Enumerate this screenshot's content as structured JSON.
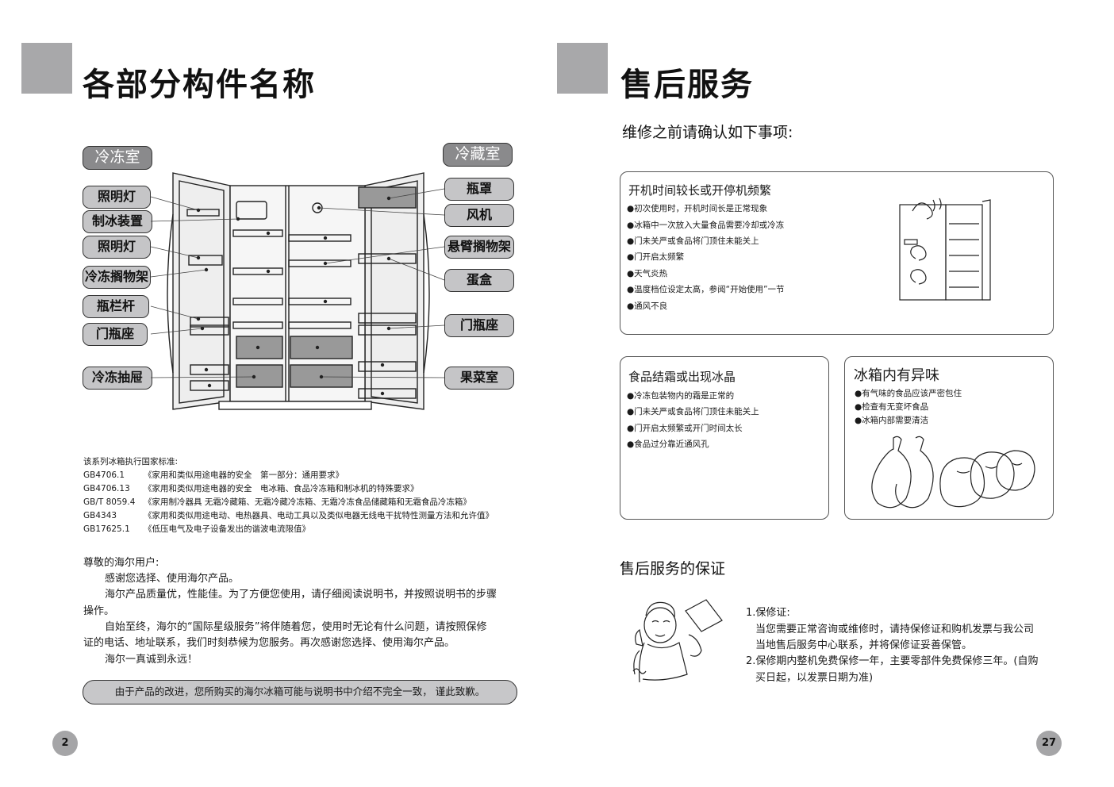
{
  "left": {
    "title": "各部分构件名称",
    "freezer_label": "冷冻室",
    "fridge_label": "冷藏室",
    "left_parts": [
      "照明灯",
      "制冰装置",
      "照明灯",
      "冷冻搁物架",
      "瓶栏杆",
      "门瓶座",
      "冷冻抽屉"
    ],
    "right_parts": [
      "瓶罩",
      "风机",
      "悬臂搁物架",
      "蛋盒",
      "门瓶座",
      "果菜室"
    ],
    "standards_intro": "该系列冰箱执行国家标准:",
    "standards": [
      {
        "code": "GB4706.1",
        "text": "《家用和类似用途电器的安全　第一部分：通用要求》"
      },
      {
        "code": "GB4706.13",
        "text": "《家用和类似用途电器的安全　电冰箱、食品冷冻箱和制冰机的特殊要求》"
      },
      {
        "code": "GB/T 8059.4",
        "text": "《家用制冷器具 无霜冷藏箱、无霜冷藏冷冻箱、无霜冷冻食品储藏箱和无霜食品冷冻箱》"
      },
      {
        "code": "GB4343",
        "text": "《家用和类似用途电动、电热器具、电动工具以及类似电器无线电干扰特性测量方法和允许值》"
      },
      {
        "code": "GB17625.1",
        "text": "《低压电气及电子设备发出的谐波电流限值》"
      }
    ],
    "letter": {
      "greeting": "尊敬的海尔用户:",
      "p1": "感谢您选择、使用海尔产品。",
      "p2a": "海尔产品质量优，性能佳。为了方便您使用，请仔细阅读说明书，并按照说明书的步骤",
      "p2b": "操作。",
      "p3a": "自始至终，海尔的“国际星级服务”将伴随着您，使用时无论有什么问题，请按照保修",
      "p3b": "证的电话、地址联系，我们时刻恭候为您服务。再次感谢您选择、使用海尔产品。",
      "p4": "海尔一真诚到永远！"
    },
    "notice": "由于产品的改进，您所购买的海尔冰箱可能与说明书中介绍不完全一致， 谨此致歉。",
    "page_number": "2"
  },
  "right": {
    "title": "售后服务",
    "subtitle": "维修之前请确认如下事项:",
    "box1": {
      "title": "开机时间较长或开停机频繁",
      "items": [
        "●初次使用时，开机时间长是正常现象",
        "●冰箱中一次放入大量食品需要冷却或冷冻",
        "●门未关严或食品将门顶住未能关上",
        "●门开启太频繁",
        "●天气炎热",
        "●温度档位设定太高，参阅“开始使用”一节",
        "●通风不良"
      ]
    },
    "box2": {
      "title": "食品结霜或出现冰晶",
      "items": [
        "●冷冻包装物内的霜是正常的",
        "●门未关严或食品将门顶住未能关上",
        "●门开启太频繁或开门时间太长",
        "●食品过分靠近通风孔"
      ]
    },
    "box3": {
      "title": "冰箱内有异味",
      "items": [
        "●有气味的食品应该严密包住",
        "●检查有无变坏食品",
        "●冰箱内部需要清洁"
      ]
    },
    "warranty_heading": "售后服务的保证",
    "warranty": {
      "l1": "1.保修证:",
      "l2": "当您需要正常咨询或维修时，请持保修证和购机发票与我公司",
      "l3": "当地售后服务中心联系，并将保修证妥善保管。",
      "l4": "2.保修期内整机免费保修一年，主要零部件免费保修三年。(自购",
      "l5": "买日起，以发票日期为准)"
    },
    "page_number": "27"
  }
}
